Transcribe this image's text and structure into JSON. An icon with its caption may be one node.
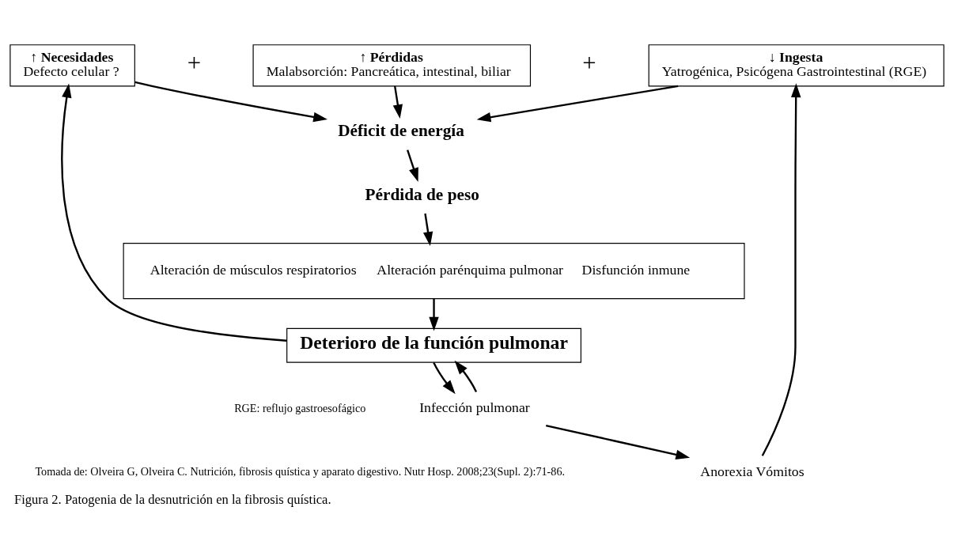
{
  "diagram": {
    "caption": "Figura 2. Patogenia de la desnutrición en la fibrosis quística.",
    "nodes": [
      {
        "text": [
          "↑ Necesidades",
          "Defecto celular ?"
        ]
      },
      {
        "text": [
          "↑ Pérdidas",
          "Malabsorción: Pancreática, intestinal, biliar"
        ]
      },
      {
        "text": [
          "↓ Ingesta",
          "Yatrogénica, Psicógena Gastrointestinal (RGE)"
        ]
      },
      {
        "text": [
          "Déficit de energía"
        ]
      },
      {
        "text": [
          "Pérdida de peso"
        ]
      },
      {
        "text": [
          "Alteración de músculos respiratorios",
          "Alteración parénquima pulmonar",
          "Disfunción inmune"
        ]
      },
      {
        "text": [
          "Deterioro de la función pulmonar"
        ]
      },
      {
        "text": [
          "Infección pulmonar"
        ]
      },
      {
        "text": [
          "Anorexia Vómitos"
        ]
      }
    ],
    "edges": [
      {
        "from": 0,
        "to": 3,
        "arrow": "to"
      },
      {
        "from": 1,
        "to": 3,
        "arrow": "to"
      },
      {
        "from": 2,
        "to": 3,
        "arrow": "to"
      },
      {
        "from": 3,
        "to": 4,
        "arrow": "to"
      },
      {
        "from": 4,
        "to": 5,
        "arrow": "to"
      },
      {
        "from": 5,
        "to": 6,
        "arrow": "to"
      },
      {
        "from": 6,
        "to": 0,
        "arrow": "to"
      },
      {
        "from": 6,
        "to": 7,
        "arrow": "to"
      },
      {
        "from": 7,
        "to": 6,
        "arrow": "to"
      },
      {
        "from": 7,
        "to": 8,
        "arrow": "to"
      },
      {
        "from": 8,
        "to": 2,
        "arrow": "to"
      }
    ],
    "labels": [
      "+",
      "+",
      "RGE: reflujo gastroesofágico",
      "Tomada de: Olveira G, Olveira C. Nutrición, fibrosis quística y aparato digestivo. Nutr Hosp. 2008;23(Supl. 2):71-86."
    ]
  }
}
